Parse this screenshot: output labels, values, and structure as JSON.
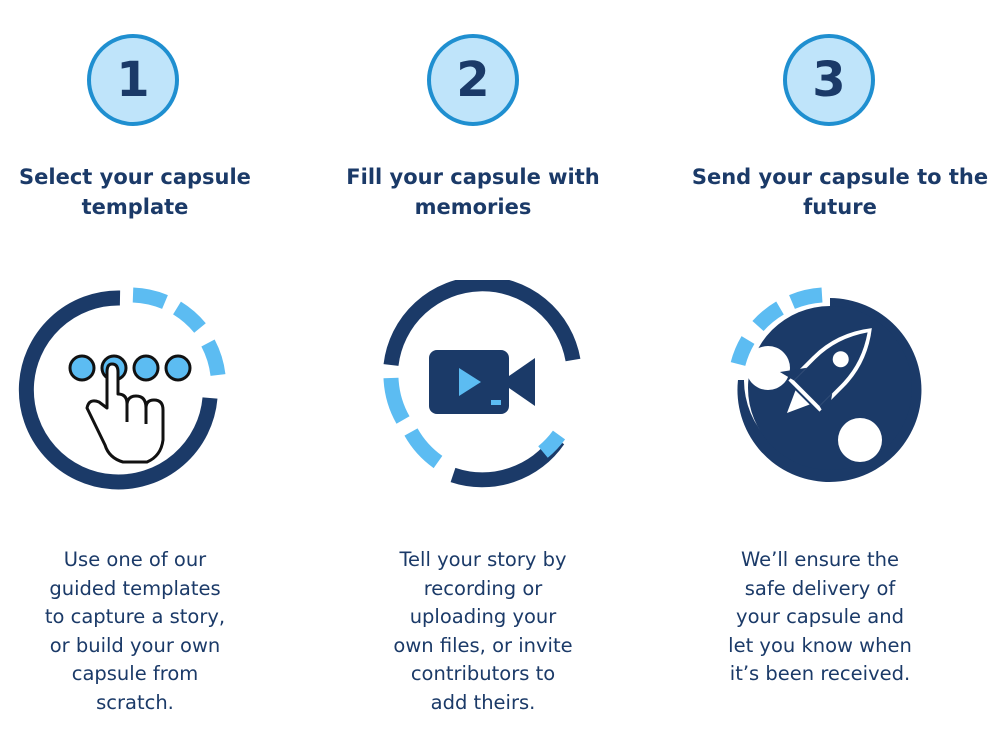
{
  "steps": [
    {
      "number": "1",
      "title_lines": [
        "Select your capsule",
        "template"
      ],
      "icon": "pointer-hand-icon",
      "description_lines": [
        "Use one of our",
        "guided templates",
        "to capture a story,",
        "or build your own",
        "capsule from",
        "scratch."
      ]
    },
    {
      "number": "2",
      "title_lines": [
        "Fill your capsule with",
        "memories"
      ],
      "icon": "video-camera-icon",
      "description_lines": [
        "Tell your story by",
        "recording or",
        "uploading your",
        "own files, or invite",
        "contributors to",
        "add theirs."
      ]
    },
    {
      "number": "3",
      "title_lines": [
        "Send your capsule to the",
        "future"
      ],
      "icon": "rocket-icon",
      "description_lines": [
        "We’ll ensure the",
        "safe delivery of",
        "your capsule and",
        "let you know when",
        "it’s been received."
      ]
    }
  ],
  "colors": {
    "navy": "#1b3a68",
    "badge_border": "#1f8fd0",
    "badge_fill": "#bfe4fa",
    "accent_light_blue": "#5cbcf2"
  }
}
